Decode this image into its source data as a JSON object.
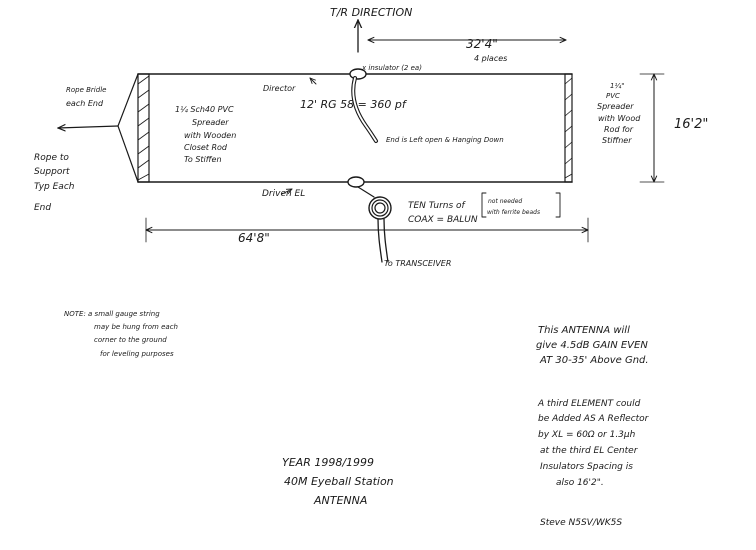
{
  "direction": {
    "label": "T/R DIRECTION"
  },
  "dimensions": {
    "element_spacing": "32'4\"",
    "element_spacing_note": "4 places",
    "height": "16'2\"",
    "width": "64'8\""
  },
  "labels": {
    "insulator": "x insulator (2 ea)",
    "director": "Director",
    "driven_el": "Driven EL",
    "rg58": "12' RG 58 = 360 pf",
    "end_left_open": "End is Left open & Hanging Down",
    "rope_bridle_1": "Rope Bridle",
    "rope_bridle_2": "each End",
    "rope_support": [
      "Rope to",
      "Support",
      "Typ Each",
      "End"
    ],
    "left_spreader": [
      "1¼ Sch40 PVC",
      "Spreader",
      "with Wooden",
      "Closet Rod",
      "To Stiffen"
    ],
    "right_spreader": [
      "1¼\"",
      "PVC",
      "Spreader",
      "with Wood",
      "Rod for",
      "Stiffner"
    ],
    "balun_1": "TEN Turns of",
    "balun_2": "COAX = BALUN",
    "balun_note_1": "not needed",
    "balun_note_2": "with ferrite beads",
    "transceiver": "To TRANSCEIVER"
  },
  "note": [
    "NOTE: a small gauge string",
    "may be hung from each",
    "corner to the ground",
    "for leveling purposes"
  ],
  "gain_note": [
    "This ANTENNA will",
    "give 4.5dB GAIN EVEN",
    "AT 30-35' Above Gnd."
  ],
  "reflector_note": [
    "A third ELEMENT could",
    "be Added AS A Reflector",
    "by XL = 60Ω or 1.3µh",
    "at the third EL Center",
    "Insulators Spacing is",
    "also 16'2\"."
  ],
  "title": [
    "YEAR 1998/1999",
    "40M Eyeball Station",
    "ANTENNA"
  ],
  "signature": "Steve N5SV/WK5S",
  "colors": {
    "ink": "#1a1a1a",
    "paper": "#ffffff"
  }
}
